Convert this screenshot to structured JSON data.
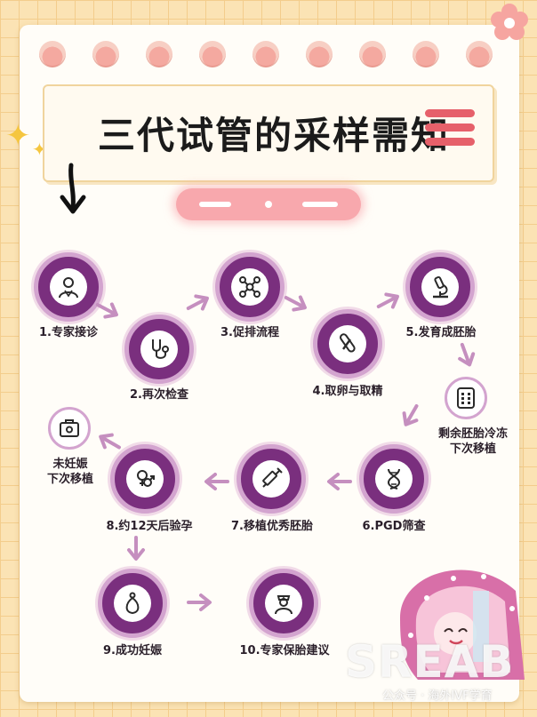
{
  "title": "三代试管的采样需知",
  "steps": [
    {
      "label": "1.专家接诊",
      "icon": "doctor-icon"
    },
    {
      "label": "2.再次检查",
      "icon": "stethoscope-icon"
    },
    {
      "label": "3.促排流程",
      "icon": "molecule-icon"
    },
    {
      "label": "4.取卵与取精",
      "icon": "thermometer-icon"
    },
    {
      "label": "5.发育成胚胎",
      "icon": "microscope-icon"
    },
    {
      "label": "6.PGD筛查",
      "icon": "dna-icon"
    },
    {
      "label": "7.移植优秀胚胎",
      "icon": "syringe-icon"
    },
    {
      "label": "8.约12天后验孕",
      "icon": "gender-icon"
    },
    {
      "label": "9.成功妊娠",
      "icon": "pregnancy-icon"
    },
    {
      "label": "10.专家保胎建议",
      "icon": "nurse-icon"
    }
  ],
  "branches": {
    "frozen": {
      "label": "剩余胚胎冷冻\n下次移植",
      "icon": "freezer-icon"
    },
    "not_pregnant": {
      "label": "未妊娠\n下次移植",
      "icon": "medical-kit-icon"
    }
  },
  "watermark": {
    "brand": "SREAB",
    "account": "公众号 · 海外IVF学育"
  },
  "colors": {
    "node": "#7a2f7e",
    "ring": "#d3a4cf",
    "arrow": "#c58fbf",
    "accent": "#e6606a"
  }
}
